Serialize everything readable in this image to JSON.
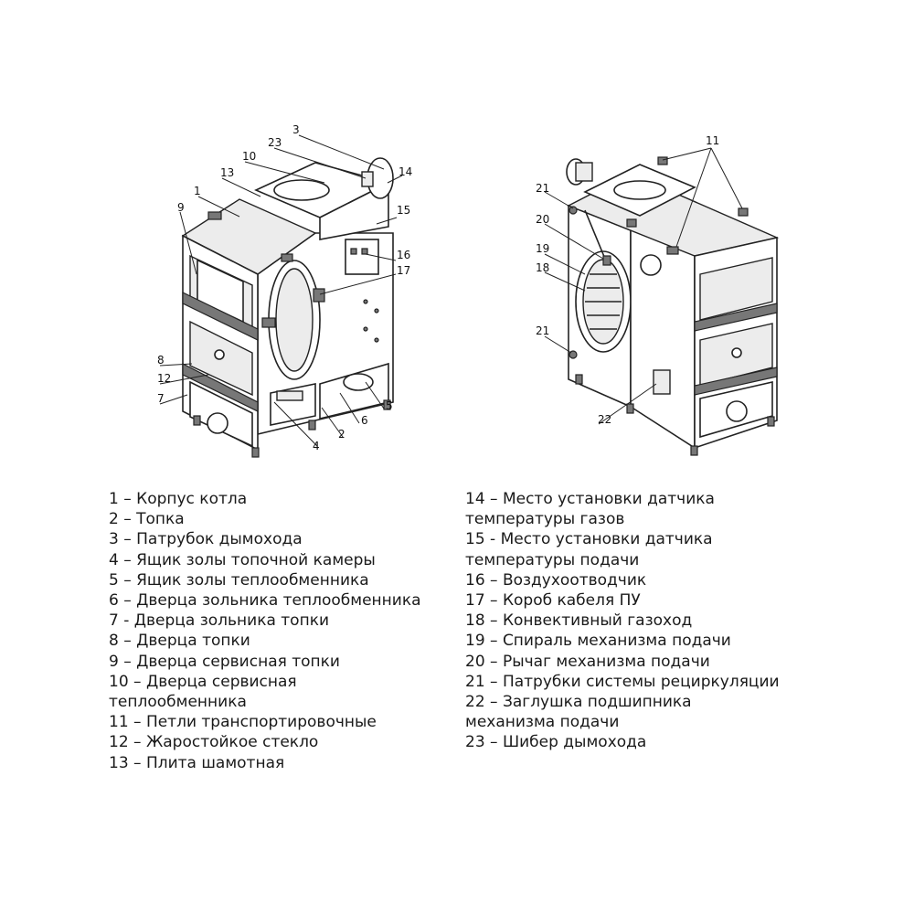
{
  "callouts_front": [
    "1",
    "2",
    "3",
    "4",
    "5",
    "6",
    "7",
    "8",
    "9",
    "10",
    "12",
    "13",
    "14",
    "15",
    "16",
    "17",
    "23"
  ],
  "callouts_back": [
    "11",
    "18",
    "19",
    "20",
    "21",
    "21",
    "22"
  ],
  "legend_left": [
    "1 – Корпус котла",
    "2 – Топка",
    "3 – Патрубок дымохода",
    "4 – Ящик золы топочной камеры",
    "5 – Ящик золы теплообменника",
    "6 – Дверца зольника теплообменника",
    "7 - Дверца зольника топки",
    "8 – Дверца топки",
    "9 – Дверца сервисная топки",
    "10 – Дверца сервисная",
    "теплообменника",
    "11 – Петли транспортировочные",
    "12 – Жаростойкое стекло",
    "13 – Плита шамотная"
  ],
  "legend_right": [
    "14 – Место установки датчика",
    "температуры газов",
    "15 - Место установки датчика",
    "температуры подачи",
    "16 – Воздухоотводчик",
    "17 – Короб кабеля ПУ",
    "18 – Конвективный газоход",
    "19 – Спираль механизма подачи",
    "20 – Рычаг механизма подачи",
    "21 – Патрубки системы рециркуляции",
    "22 – Заглушка подшипника",
    "механизма подачи",
    "23 – Шибер дымохода"
  ]
}
